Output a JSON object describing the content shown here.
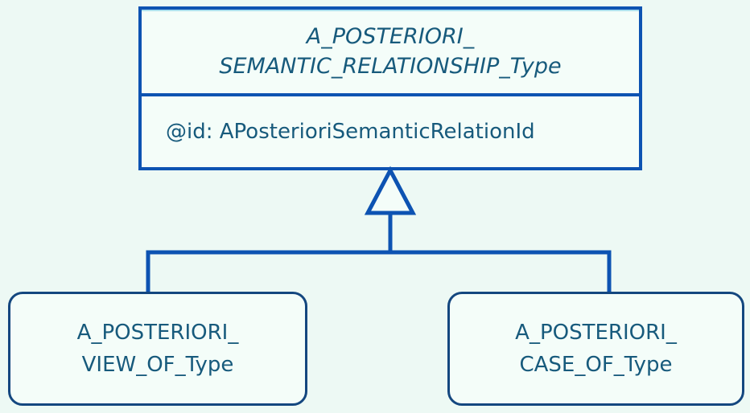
{
  "diagram": {
    "parent": {
      "name_lines": [
        "A_POSTERIORI_",
        "SEMANTIC_RELATIONSHIP_Type"
      ],
      "attributes": [
        "@id: APosterioriSemanticRelationId"
      ]
    },
    "children": [
      {
        "name_lines": [
          "A_POSTERIORI_",
          "VIEW_OF_Type"
        ]
      },
      {
        "name_lines": [
          "A_POSTERIORI_",
          "CASE_OF_Type"
        ]
      }
    ]
  },
  "colors": {
    "accent_blue": "#0d53b2",
    "child_border": "#14477f",
    "text_color": "#175a7c",
    "canvas_bg": "#edf9f4",
    "box_fill": "#f4fdf9"
  }
}
